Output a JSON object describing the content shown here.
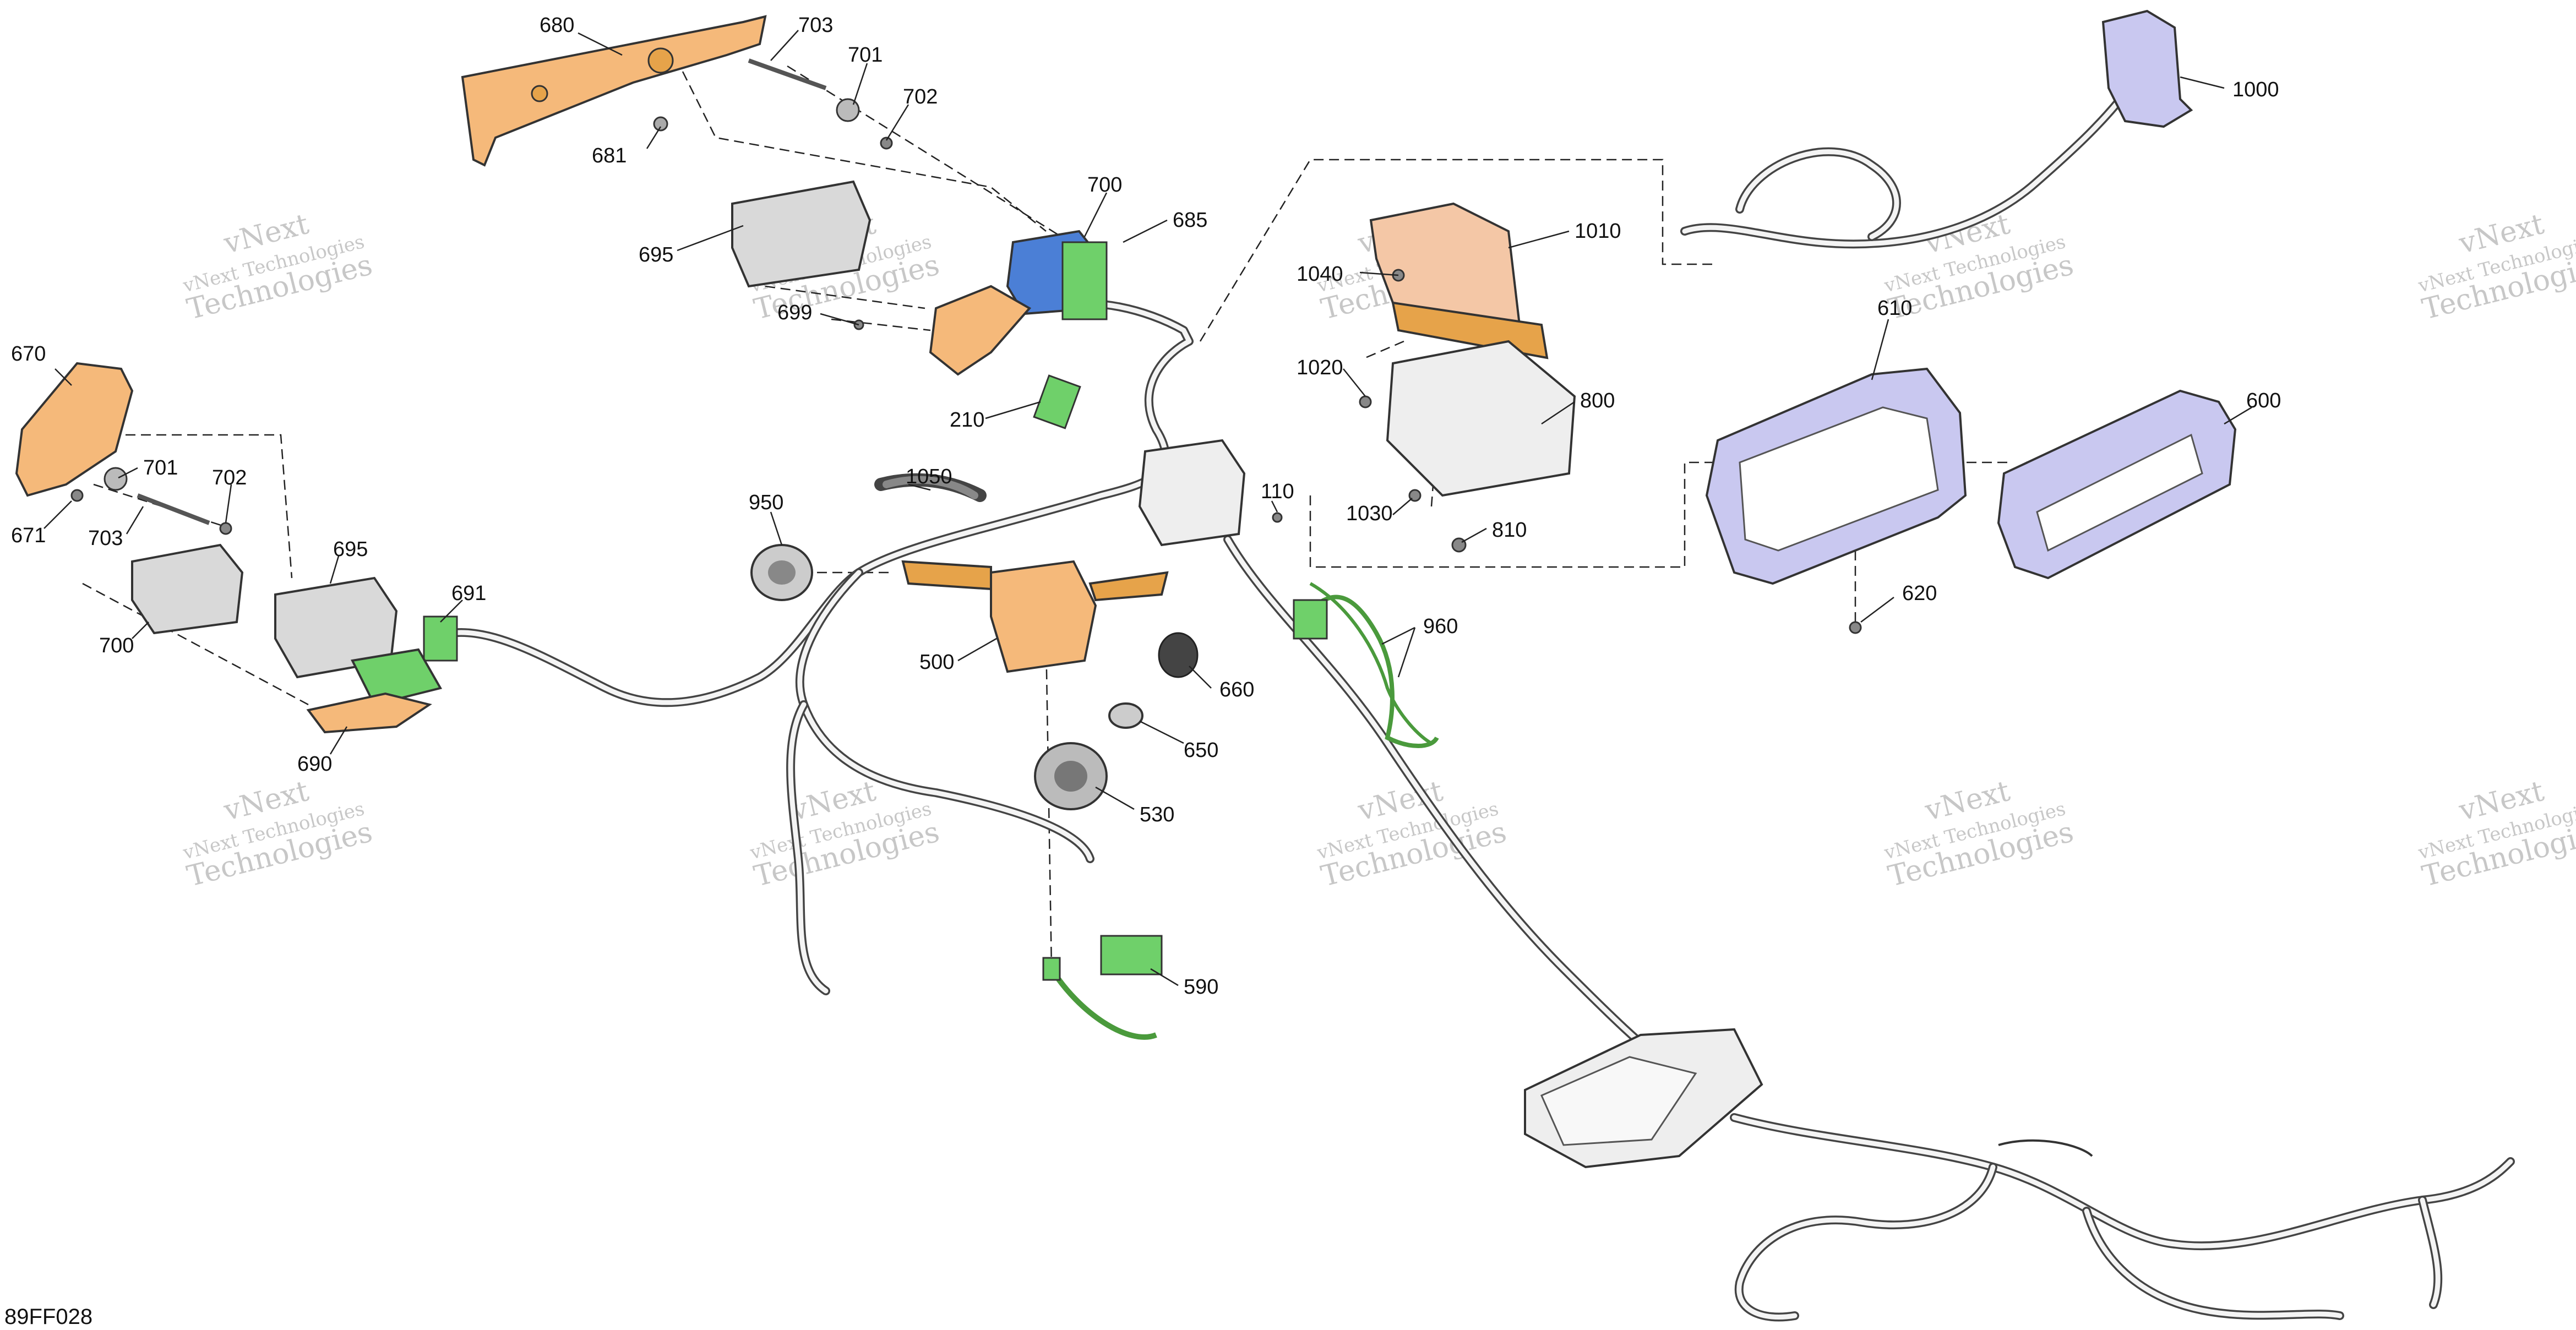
{
  "diagram": {
    "code": "89FF028",
    "watermark": {
      "line1": "vNext",
      "line2": "vNext Technologies",
      "line3": "Technologies"
    },
    "colors": {
      "orange": "#f5b97a",
      "orange_dark": "#e6a34a",
      "blue": "#4b7fd6",
      "green": "#6fd06a",
      "purple": "#c9c8f0",
      "grey": "#d9d9d9",
      "peach": "#f4c7a6"
    },
    "labels": [
      {
        "id": "680",
        "text": "680"
      },
      {
        "id": "681",
        "text": "681"
      },
      {
        "id": "703a",
        "text": "703"
      },
      {
        "id": "701a",
        "text": "701"
      },
      {
        "id": "702a",
        "text": "702"
      },
      {
        "id": "700a",
        "text": "700"
      },
      {
        "id": "685",
        "text": "685"
      },
      {
        "id": "695a",
        "text": "695"
      },
      {
        "id": "699",
        "text": "699"
      },
      {
        "id": "210",
        "text": "210"
      },
      {
        "id": "1040",
        "text": "1040"
      },
      {
        "id": "1010",
        "text": "1010"
      },
      {
        "id": "1020",
        "text": "1020"
      },
      {
        "id": "800",
        "text": "800"
      },
      {
        "id": "1030",
        "text": "1030"
      },
      {
        "id": "810",
        "text": "810"
      },
      {
        "id": "110",
        "text": "110"
      },
      {
        "id": "1050",
        "text": "1050"
      },
      {
        "id": "950",
        "text": "950"
      },
      {
        "id": "500",
        "text": "500"
      },
      {
        "id": "660",
        "text": "660"
      },
      {
        "id": "650",
        "text": "650"
      },
      {
        "id": "530",
        "text": "530"
      },
      {
        "id": "590",
        "text": "590"
      },
      {
        "id": "960",
        "text": "960"
      },
      {
        "id": "670",
        "text": "670"
      },
      {
        "id": "671",
        "text": "671"
      },
      {
        "id": "701b",
        "text": "701"
      },
      {
        "id": "702b",
        "text": "702"
      },
      {
        "id": "703b",
        "text": "703"
      },
      {
        "id": "695b",
        "text": "695"
      },
      {
        "id": "691",
        "text": "691"
      },
      {
        "id": "700b",
        "text": "700"
      },
      {
        "id": "690",
        "text": "690"
      },
      {
        "id": "1000",
        "text": "1000"
      },
      {
        "id": "610",
        "text": "610"
      },
      {
        "id": "600",
        "text": "600"
      },
      {
        "id": "620",
        "text": "620"
      }
    ]
  }
}
